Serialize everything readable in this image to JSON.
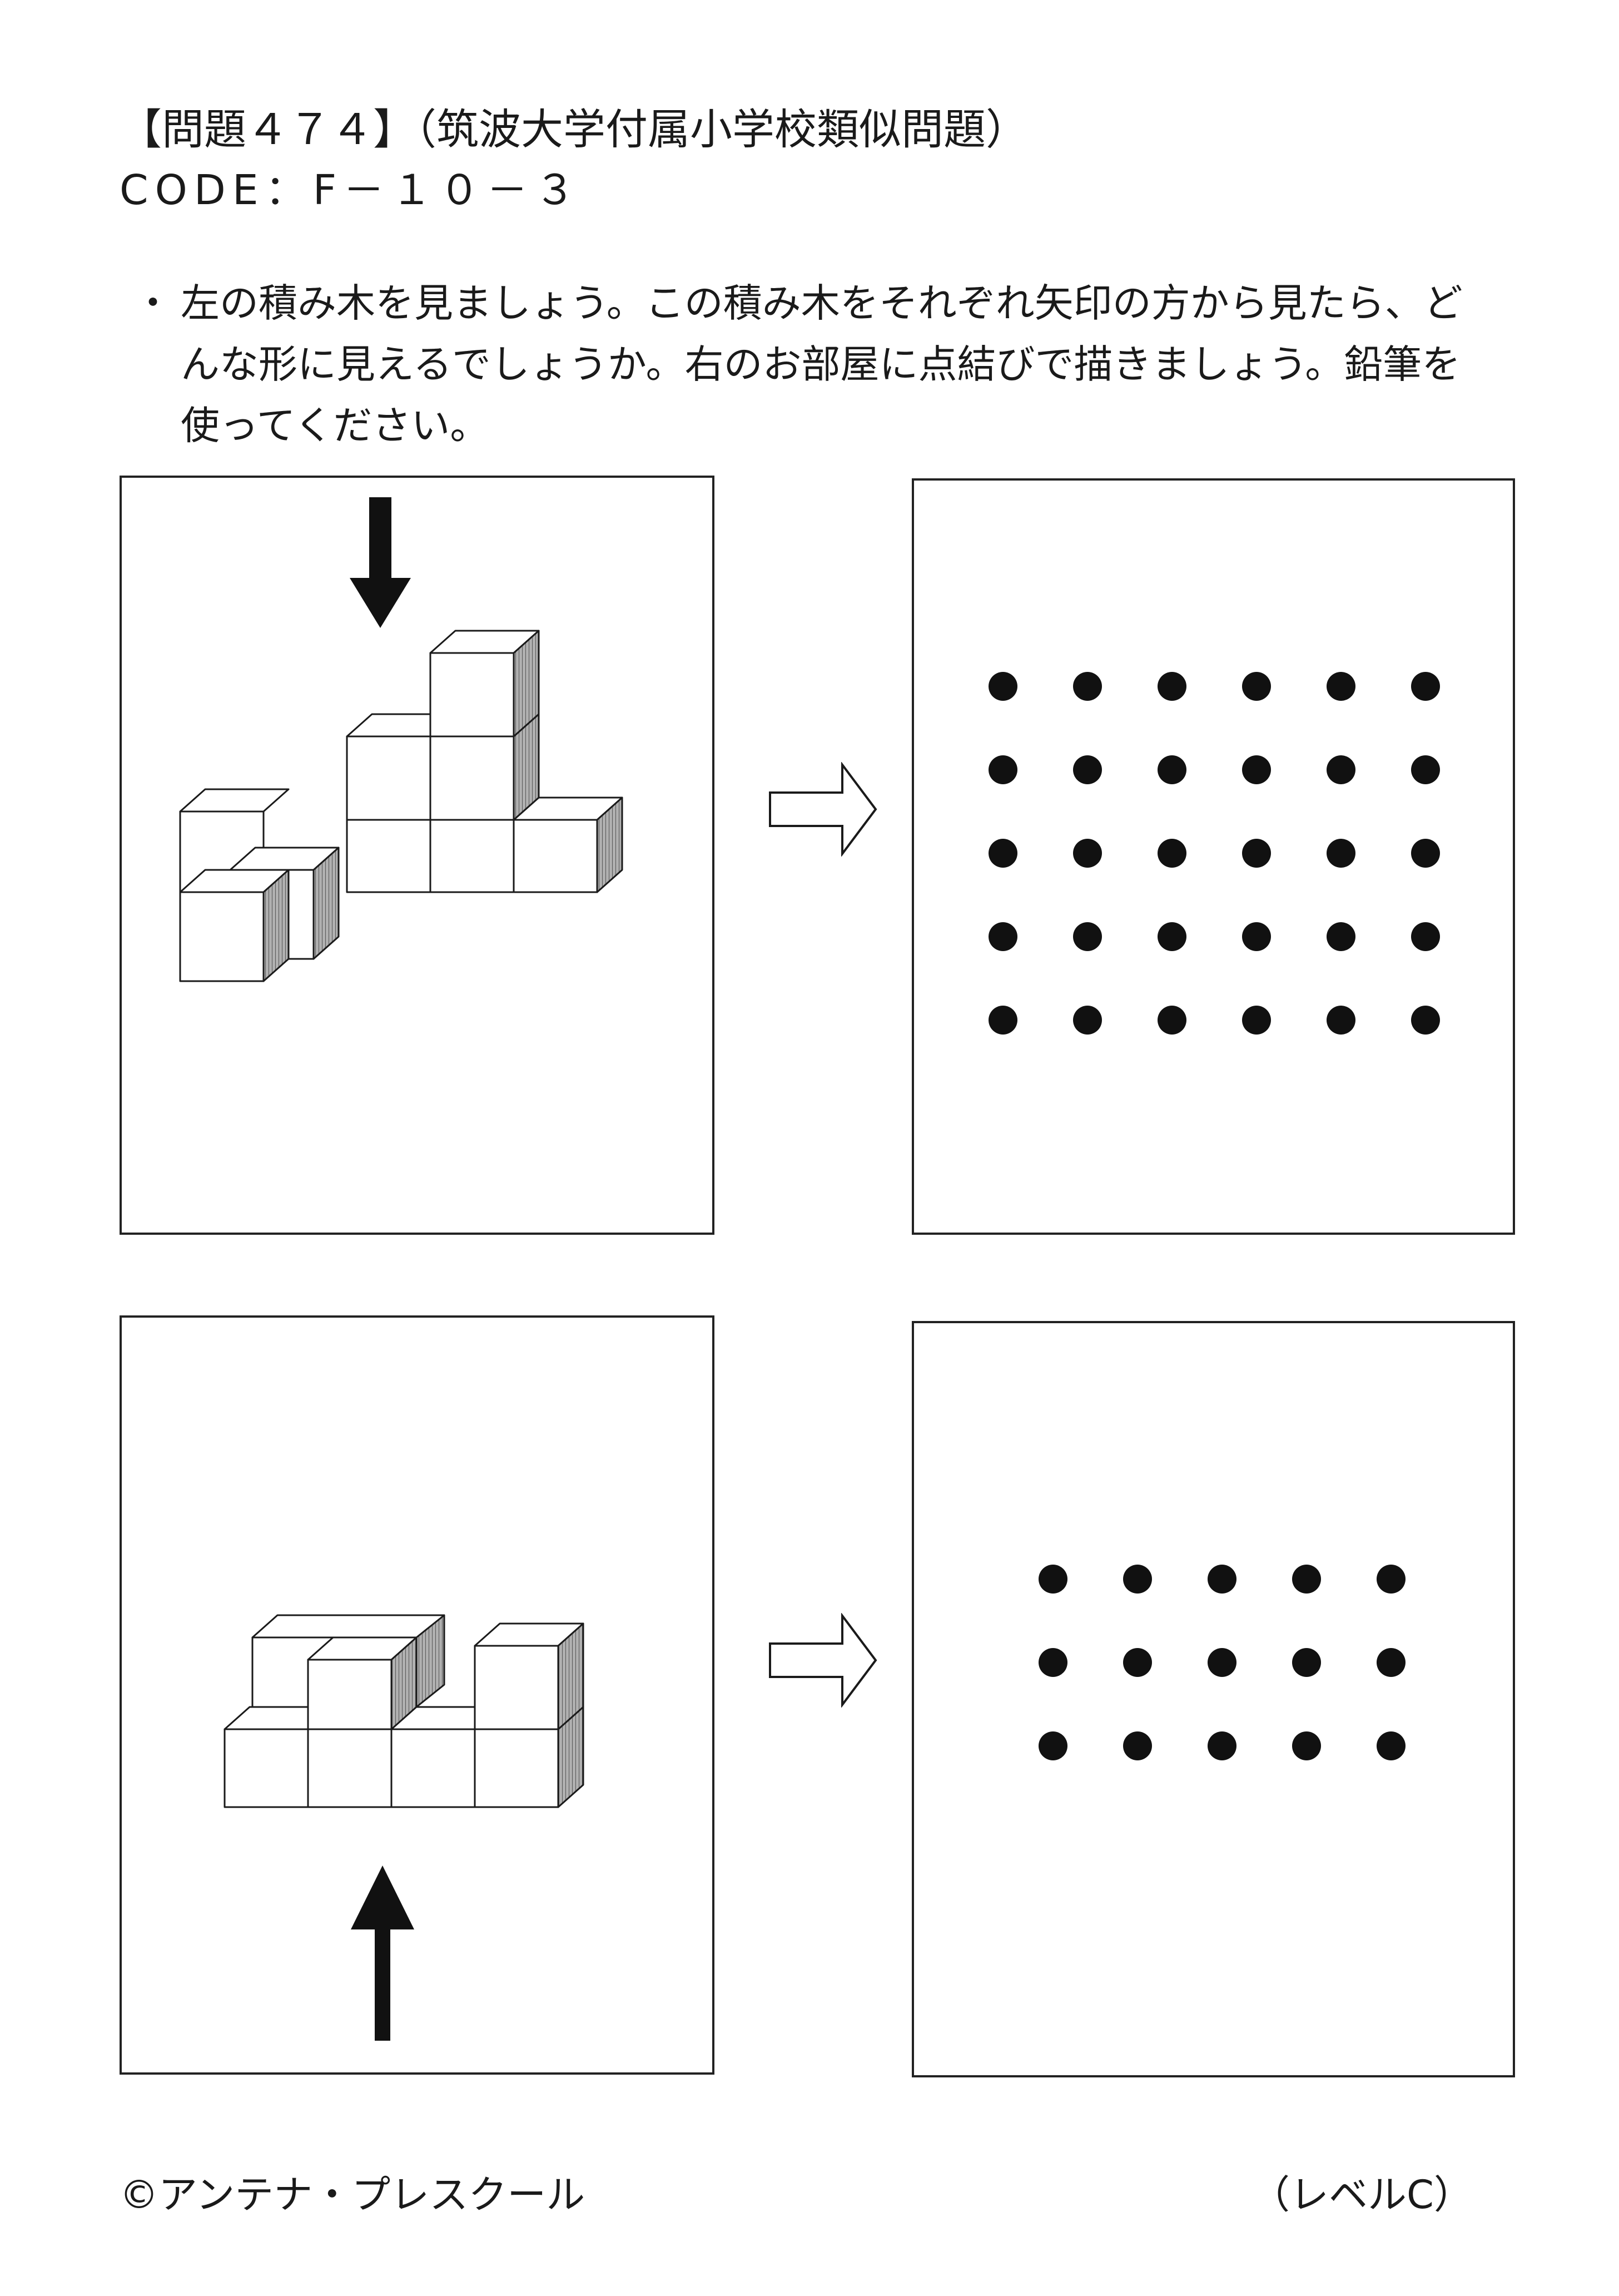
{
  "header": {
    "title": "【問題４７４】（筑波大学付属小学校類似問題）",
    "code": "CODE：F－１０－３"
  },
  "instruction": {
    "bullet": "・",
    "text": "左の積み木を見ましょう。この積み木をそれぞれ矢印の方から見たら、どんな形に見えるでしょうか。右のお部屋に点結びで描きましょう。鉛筆を使ってください。"
  },
  "problems": [
    {
      "view_direction": "top",
      "grid": {
        "rows": 5,
        "cols": 6
      }
    },
    {
      "view_direction": "bottom",
      "grid": {
        "rows": 3,
        "cols": 5
      }
    }
  ],
  "colors": {
    "ink": "#1a1a1a",
    "side_shade": "#8a8a8a"
  },
  "footer": {
    "copyright": "©アンテナ・プレスクール",
    "level": "（レベルC）"
  }
}
